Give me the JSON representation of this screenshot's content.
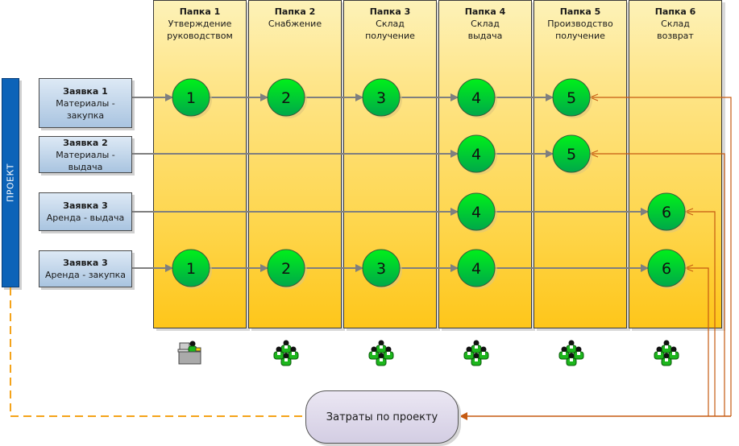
{
  "project_label": "ПРОЕКТ",
  "folders": [
    {
      "title": "Папка 1",
      "sub": [
        "Утверждение",
        "руководством"
      ],
      "icon": "manager-at-desk-icon"
    },
    {
      "title": "Папка 2",
      "sub": [
        "Снабжение",
        ""
      ],
      "icon": "user-group-icon"
    },
    {
      "title": "Папка 3",
      "sub": [
        "Склад",
        "получение"
      ],
      "icon": "user-group-icon"
    },
    {
      "title": "Папка 4",
      "sub": [
        "Склад",
        "выдача"
      ],
      "icon": "user-group-icon"
    },
    {
      "title": "Папка 5",
      "sub": [
        "Производство",
        "получение"
      ],
      "icon": "user-group-icon"
    },
    {
      "title": "Папка 6",
      "sub": [
        "Склад",
        "возврат"
      ],
      "icon": "user-group-icon"
    }
  ],
  "requests": [
    {
      "title": "Заявка 1",
      "line1": "Материалы -",
      "line2": "закупка",
      "steps": [
        "1",
        "2",
        "3",
        "4",
        "5"
      ]
    },
    {
      "title": "Заявка 2",
      "line1": "Материалы -",
      "line2": "выдача",
      "steps": [
        "4",
        "5"
      ]
    },
    {
      "title": "Заявка 3",
      "line1": "Аренда - выдача",
      "line2": "",
      "steps": [
        "4",
        "6"
      ]
    },
    {
      "title": "Заявка 3",
      "line1": "Аренда - закупка",
      "line2": "",
      "steps": [
        "1",
        "2",
        "3",
        "4",
        "6"
      ]
    }
  ],
  "cost_node": "Затраты по проекту",
  "colors": {
    "flow_arrow": "#7f7f7f",
    "cost_link": "#c55a11",
    "project_link": "#f4a31a",
    "node_green": "#00c832",
    "project_blue": "#0c63b8"
  }
}
